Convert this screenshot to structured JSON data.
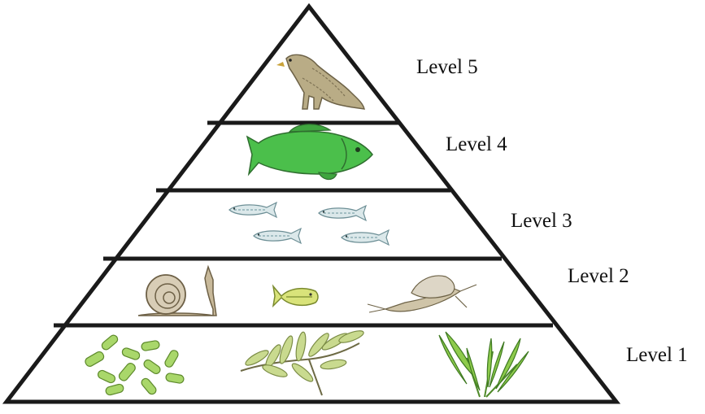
{
  "diagram": {
    "levels": [
      {
        "label": "Level 1",
        "organisms": [
          "algae-cells",
          "aquatic-plant",
          "pondweed"
        ]
      },
      {
        "label": "Level 2",
        "organisms": [
          "snail",
          "small-fish",
          "mayfly"
        ]
      },
      {
        "label": "Level 3",
        "organisms": [
          "minnow-school"
        ]
      },
      {
        "label": "Level 4",
        "organisms": [
          "green-fish"
        ]
      },
      {
        "label": "Level 5",
        "organisms": [
          "eagle"
        ]
      }
    ]
  }
}
